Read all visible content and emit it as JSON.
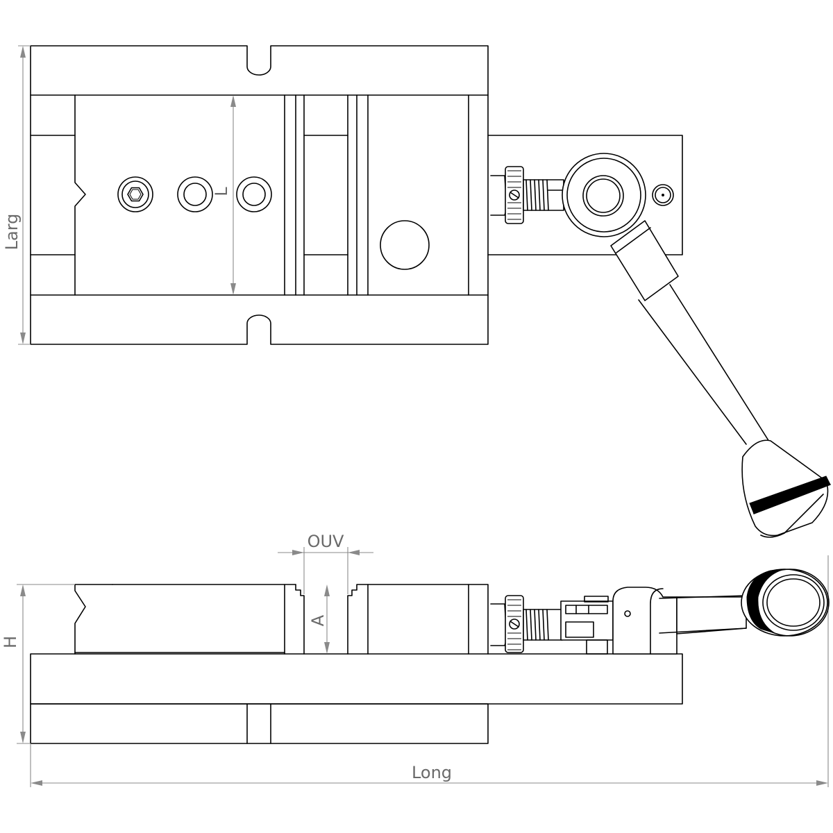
{
  "dimensions": {
    "larg": "Larg",
    "l": "L",
    "ouv": "OUV",
    "a": "A",
    "h": "H",
    "long": "Long"
  },
  "colors": {
    "outline": "#000000",
    "dimension": "#8a8a8a",
    "label": "#6a6a6a"
  },
  "views": [
    "top-view",
    "side-view"
  ]
}
